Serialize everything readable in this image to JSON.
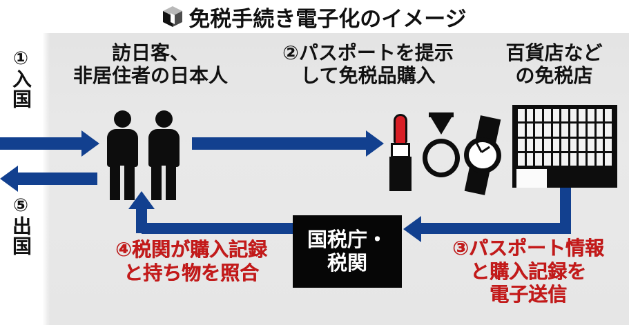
{
  "title": {
    "icon": "cube-icon",
    "text": "免税手続き電子化のイメージ"
  },
  "side_labels": {
    "entry": {
      "number": "①",
      "text": "入国"
    },
    "exit": {
      "number": "⑤",
      "text": "出国"
    }
  },
  "headings": {
    "travelers": "訪日客、\n非居住者の日本人",
    "purchase": "②パスポートを提示\nして免税品購入",
    "store": "百貨店など\nの免税店"
  },
  "tax_box": {
    "label": "国税庁・\n税関"
  },
  "red_captions": {
    "customs_check": "④税関が購入記録\nと持ち物を照合",
    "electronic_send": "③パスポート情報\nと購入記録を\n電子送信"
  },
  "icons": {
    "people": "two-people-icon",
    "lipstick": "lipstick-icon",
    "ring": "diamond-ring-icon",
    "watch": "wristwatch-icon",
    "store": "department-store-icon"
  },
  "arrows": {
    "entry": "arrow-right-entry",
    "exit": "arrow-left-exit",
    "to_store": "arrow-right-to-store",
    "store_to_tax": "arrow-store-to-tax-agency",
    "tax_to_people": "arrow-tax-agency-to-people"
  },
  "colors": {
    "navy_arrow": "#12408f",
    "red_text": "#c41a1a",
    "panel_bg": "#e6e6e6",
    "black": "#0d0d0d",
    "lipstick_red": "#d81f26"
  }
}
